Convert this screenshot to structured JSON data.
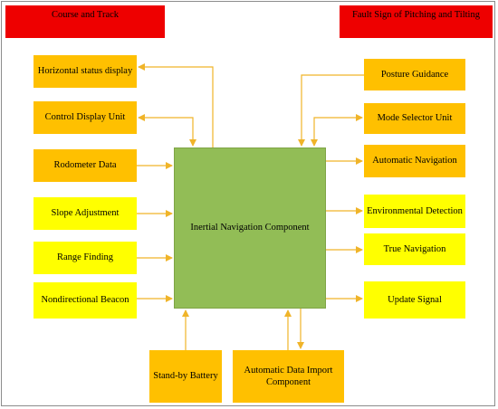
{
  "header": {
    "left_label": "Course and Track",
    "right_label": "Fault Sign of Pitching and Tilting"
  },
  "center": {
    "label": "Inertial Navigation Component"
  },
  "left_boxes": [
    "Horizontal status display",
    "Control Display Unit",
    "Rodometer Data",
    "Slope Adjustment",
    "Range Finding",
    "Nondirectional Beacon"
  ],
  "right_boxes": [
    "Posture Guidance",
    "Mode Selector Unit",
    "Automatic Navigation",
    "Environmental Detection",
    "True Navigation",
    "Update Signal"
  ],
  "bottom_boxes": [
    "Stand-by Battery",
    "Automatic Data Import Component"
  ],
  "colors": {
    "header_red": "#ee0000",
    "orange": "#ffc000",
    "yellow": "#ffff00",
    "center_green": "#92bd56",
    "arrow": "#f0b429"
  }
}
